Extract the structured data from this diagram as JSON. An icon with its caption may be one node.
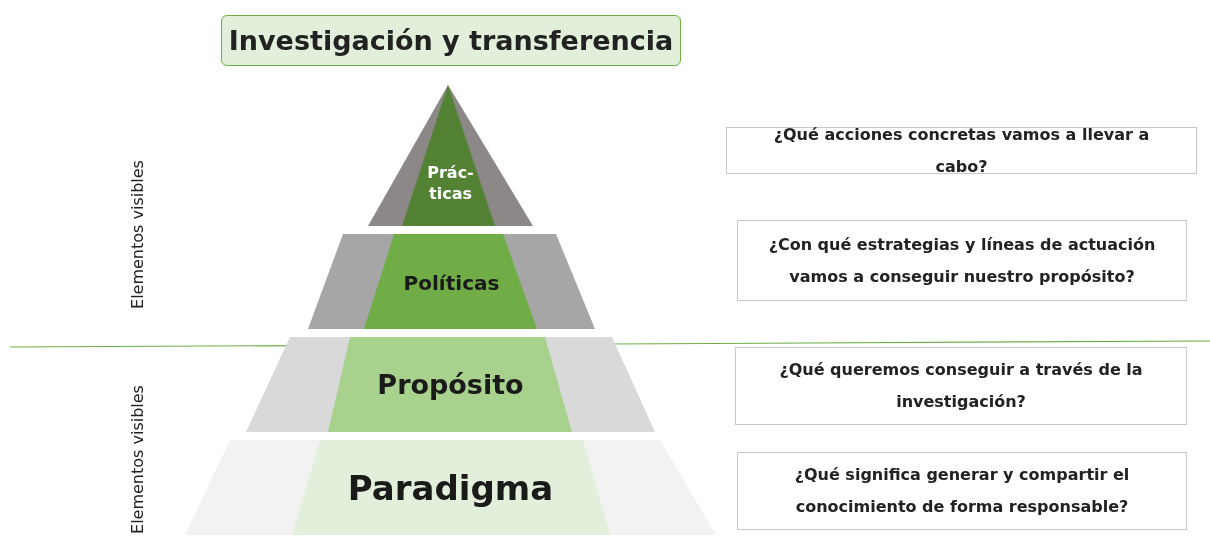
{
  "diagram": {
    "nodes": [
      {
        "text": [
          "Investigación y transferencia"
        ]
      },
      {
        "text": [
          "Prác- ticas"
        ]
      },
      {
        "text": [
          "Políticas"
        ]
      },
      {
        "text": [
          "Propósito"
        ]
      },
      {
        "text": [
          "Paradigma"
        ]
      },
      {
        "text": [
          "¿Qué acciones concretas vamos a llevar a cabo?"
        ]
      },
      {
        "text": [
          "¿Con qué estrategias y líneas de actuación vamos a conseguir nuestro propósito?"
        ]
      },
      {
        "text": [
          "¿Qué queremos conseguir a través de la investigación?"
        ]
      },
      {
        "text": [
          "¿Qué significa generar y compartir el conocimiento de forma responsable?"
        ]
      }
    ],
    "edges": [],
    "labels": [
      "Elementos visibles",
      "Elementos visibles"
    ]
  }
}
